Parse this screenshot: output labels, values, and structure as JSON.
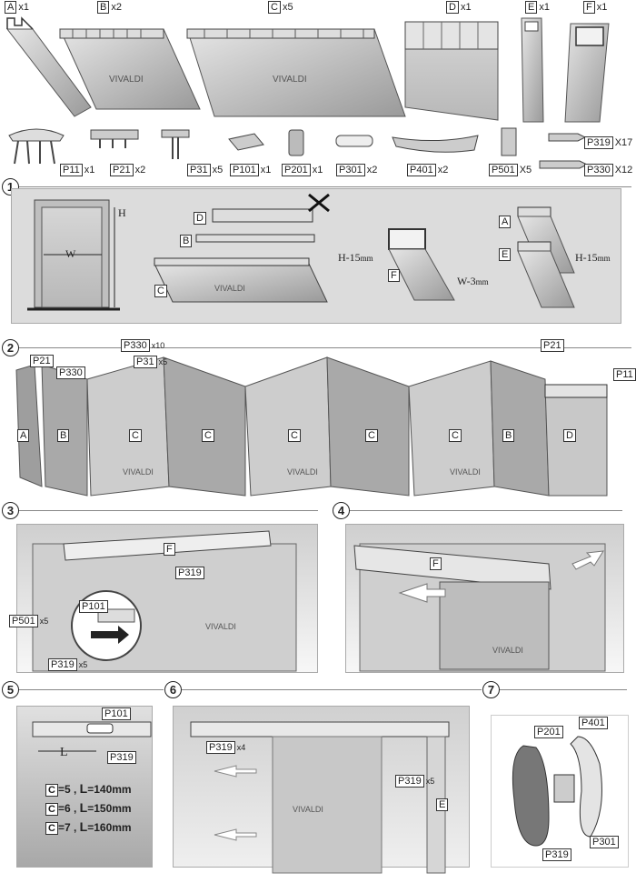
{
  "parts": {
    "A": {
      "code": "A",
      "qty": "x1"
    },
    "B": {
      "code": "B",
      "qty": "x2"
    },
    "C": {
      "code": "C",
      "qty": "x5"
    },
    "D": {
      "code": "D",
      "qty": "x1"
    },
    "E": {
      "code": "E",
      "qty": "x1"
    },
    "F": {
      "code": "F",
      "qty": "x1"
    }
  },
  "small_parts": [
    {
      "code": "P11",
      "qty": "x1"
    },
    {
      "code": "P21",
      "qty": "x2"
    },
    {
      "code": "P31",
      "qty": "x5"
    },
    {
      "code": "P101",
      "qty": "x1"
    },
    {
      "code": "P201",
      "qty": "x1"
    },
    {
      "code": "P301",
      "qty": "x2"
    },
    {
      "code": "P401",
      "qty": "x2"
    },
    {
      "code": "P501",
      "qty": "X5"
    },
    {
      "code": "P319",
      "qty": "X17"
    },
    {
      "code": "P330",
      "qty": "X12"
    }
  ],
  "brand": "VIVALDI",
  "steps": [
    "1",
    "2",
    "3",
    "4",
    "5",
    "6",
    "7"
  ],
  "step1": {
    "W": "W",
    "H": "H",
    "D": "D",
    "B": "B",
    "C": "C",
    "F": "F",
    "A": "A",
    "E": "E",
    "cut_H": "H-15",
    "cut_H_unit": "mm",
    "cut_W": "W-3",
    "cut_W_unit": "mm",
    "cut_H2": "H-15",
    "cut_H2_unit": "mm"
  },
  "step2": {
    "P21": "P21",
    "P330": "P330",
    "P330b": "P330",
    "P330_qty": "x10",
    "P31": "P31",
    "P31_qty": "x5",
    "P21b": "P21",
    "P11": "P11",
    "panels": [
      "A",
      "B",
      "C",
      "C",
      "C",
      "C",
      "C",
      "B",
      "D"
    ]
  },
  "step3": {
    "F": "F",
    "P319": "P319",
    "P101": "P101",
    "P501": "P501",
    "P501_qty": "x5",
    "P319b": "P319",
    "P319b_qty": "x5"
  },
  "step4": {
    "F": "F"
  },
  "step5": {
    "P101": "P101",
    "P319": "P319",
    "L": "L",
    "rows": [
      {
        "c": "C",
        "eq": "=5 ,",
        "l": "L",
        "val": "=140mm"
      },
      {
        "c": "C",
        "eq": "=6 ,",
        "l": "L",
        "val": "=150mm"
      },
      {
        "c": "C",
        "eq": "=7 ,",
        "l": "L",
        "val": "=160mm"
      }
    ]
  },
  "step6": {
    "P319a": "P319",
    "P319a_qty": "x4",
    "P319b": "P319",
    "P319b_qty": "x5",
    "E": "E"
  },
  "step7": {
    "P201": "P201",
    "P401": "P401",
    "P319": "P319",
    "P301": "P301"
  }
}
